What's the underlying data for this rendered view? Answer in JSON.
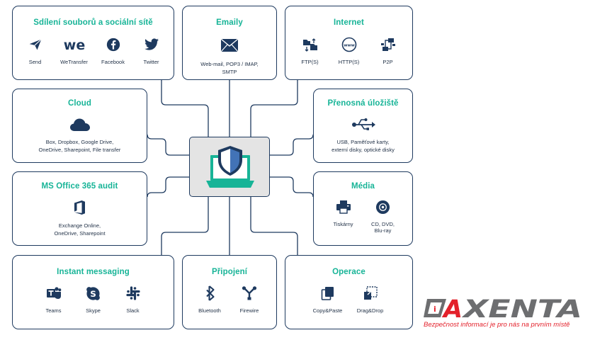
{
  "colors": {
    "accent": "#17b497",
    "border": "#1e3a5f",
    "brand_red": "#e3212b"
  },
  "cards": {
    "sharing": {
      "title": "Sdílení souborů a sociální sítě",
      "items": [
        {
          "label": "Send",
          "icon": "send-icon"
        },
        {
          "label": "WeTransfer",
          "icon": "wetransfer-icon"
        },
        {
          "label": "Facebook",
          "icon": "facebook-icon"
        },
        {
          "label": "Twitter",
          "icon": "twitter-icon"
        }
      ]
    },
    "emails": {
      "title": "Emaily",
      "icon": "envelope-icon",
      "description": "Web-mail, POP3 / IMAP,\nSMTP"
    },
    "internet": {
      "title": "Internet",
      "items": [
        {
          "label": "FTP(S)",
          "icon": "ftp-icon"
        },
        {
          "label": "HTTP(S)",
          "icon": "www-icon"
        },
        {
          "label": "P2P",
          "icon": "p2p-icon"
        }
      ]
    },
    "cloud": {
      "title": "Cloud",
      "icon": "cloud-icon",
      "description": "Box, Dropbox, Google Drive,\nOneDrive, Sharepoint, File transfer"
    },
    "portable": {
      "title": "Přenosná úložiště",
      "icon": "usb-icon",
      "description": "USB, Paměťové karty,\nexterní disky, optické disky"
    },
    "office": {
      "title": "MS Office 365 audit",
      "icon": "office-icon",
      "description": "Exchange Online,\nOneDrive, Sharepoint"
    },
    "media": {
      "title": "Média",
      "items": [
        {
          "label": "Tiskárny",
          "icon": "printer-icon"
        },
        {
          "label": "CD, DVD,\nBlu-ray",
          "icon": "disc-icon"
        }
      ]
    },
    "messaging": {
      "title": "Instant messaging",
      "items": [
        {
          "label": "Teams",
          "icon": "teams-icon"
        },
        {
          "label": "Skype",
          "icon": "skype-icon"
        },
        {
          "label": "Slack",
          "icon": "slack-icon"
        }
      ]
    },
    "connection": {
      "title": "Připojení",
      "items": [
        {
          "label": "Bluetooth",
          "icon": "bluetooth-icon"
        },
        {
          "label": "Firewire",
          "icon": "firewire-icon"
        }
      ]
    },
    "operations": {
      "title": "Operace",
      "items": [
        {
          "label": "Copy&Paste",
          "icon": "copy-icon"
        },
        {
          "label": "Drag&Drop",
          "icon": "drag-drop-icon"
        }
      ]
    }
  },
  "center": {
    "icon": "laptop-shield-icon"
  },
  "brand": {
    "name": "AXENTA",
    "tagline": "Bezpečnost informací je pro nás na prvním místě"
  }
}
